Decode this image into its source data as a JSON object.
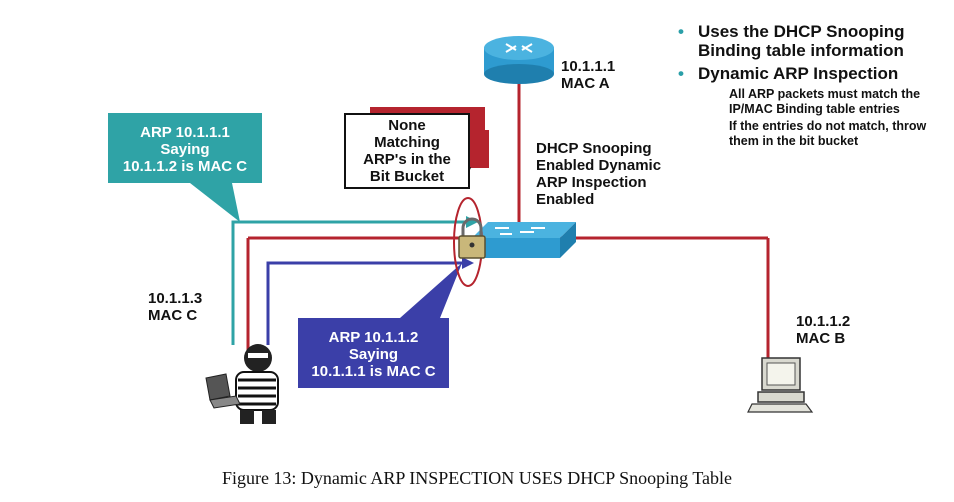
{
  "router": {
    "ip": "10.1.1.1",
    "mac": "MAC A"
  },
  "switch_label": [
    "DHCP Snooping",
    "Enabled Dynamic",
    "ARP Inspection",
    "Enabled"
  ],
  "bucket_label": [
    "None",
    "Matching",
    "ARP's in the",
    "Bit Bucket"
  ],
  "attacker": {
    "ip": "10.1.1.3",
    "mac": "MAC C"
  },
  "host_b": {
    "ip": "10.1.1.2",
    "mac": "MAC B"
  },
  "callout_teal": [
    "ARP 10.1.1.1",
    "Saying",
    "10.1.1.2 is MAC C"
  ],
  "callout_blue": [
    "ARP 10.1.1.2",
    "Saying",
    "10.1.1.1 is MAC C"
  ],
  "bullets": {
    "b1": "Uses the DHCP Snooping Binding table information",
    "b2": "Dynamic ARP Inspection",
    "sub1": "All ARP packets must match the IP/MAC Binding table entries",
    "sub2": "If the entries do not match, throw them in the bit bucket"
  },
  "caption": "Figure 13: Dynamic ARP INSPECTION USES DHCP Snooping Table",
  "colors": {
    "link": "#b5242e",
    "teal": "#2fa3a6",
    "blue": "#3b3fa8",
    "switch": "#2e9bd0",
    "router": "#2e9bd0"
  },
  "icons": [
    "router-icon",
    "switch-icon",
    "padlock-icon",
    "bit-bucket-icon",
    "attacker-icon",
    "laptop-icon",
    "pc-icon"
  ]
}
